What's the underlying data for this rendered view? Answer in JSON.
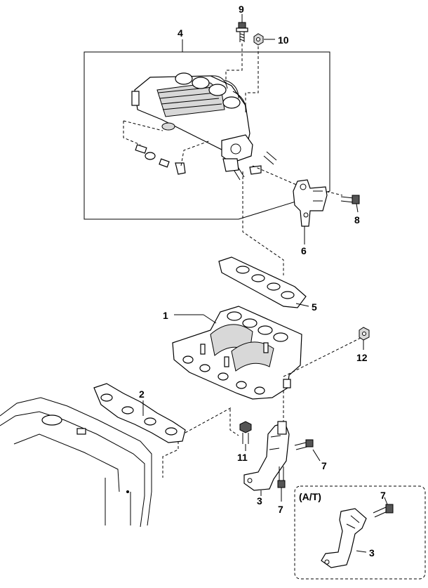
{
  "callouts": {
    "c1": "1",
    "c2": "2",
    "c3a": "3",
    "c3b": "3",
    "c4": "4",
    "c5": "5",
    "c6": "6",
    "c7a": "7",
    "c7b": "7",
    "c7c": "7",
    "c8": "8",
    "c9": "9",
    "c10": "10",
    "c11": "11",
    "c12": "12"
  },
  "inset": {
    "label": "(A/T)"
  }
}
